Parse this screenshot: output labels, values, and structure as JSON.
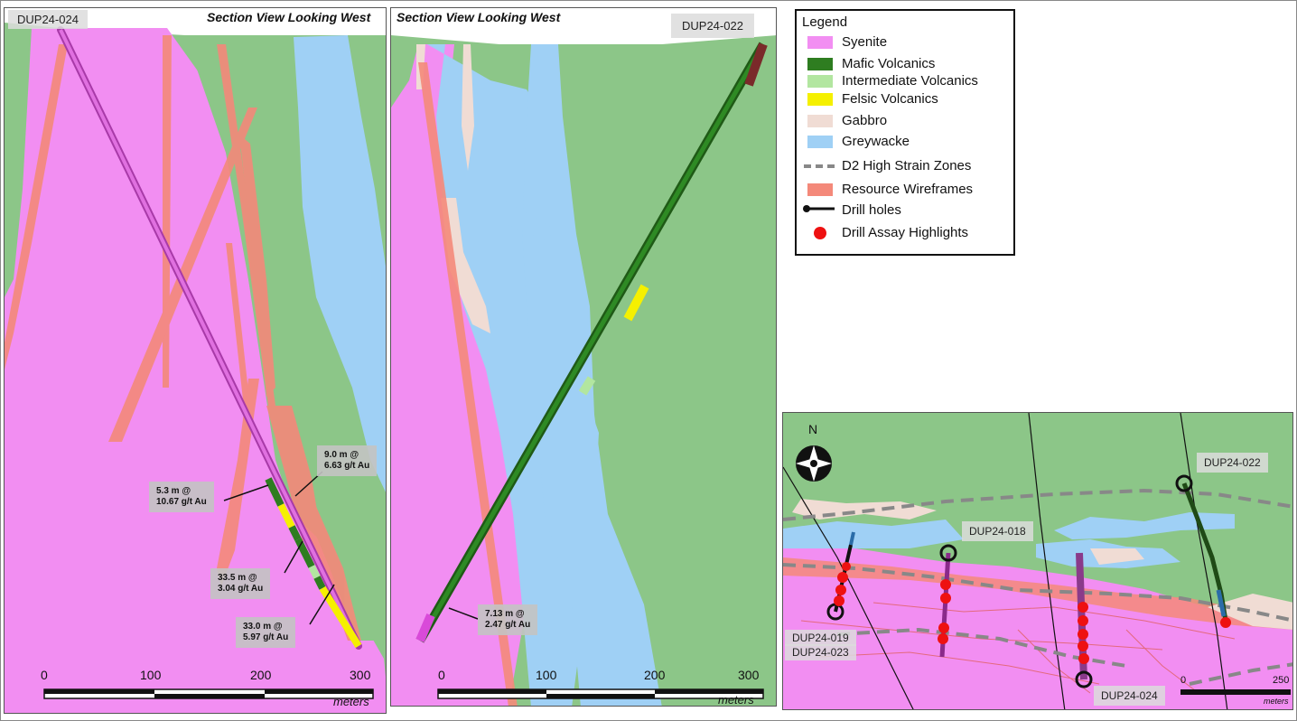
{
  "left_section": {
    "title": "Section View Looking West",
    "hole_label": "DUP24-024",
    "callouts": [
      {
        "line1": "9.0 m @",
        "line2": "6.63 g/t Au"
      },
      {
        "line1": "5.3 m @",
        "line2": "10.67 g/t Au"
      },
      {
        "line1": "33.5 m @",
        "line2": "3.04 g/t Au"
      },
      {
        "line1": "33.0 m @",
        "line2": "5.97 g/t Au"
      }
    ],
    "scale_ticks": [
      "0",
      "100",
      "200",
      "300"
    ],
    "scale_unit": "meters"
  },
  "middle_section": {
    "title": "Section View Looking West",
    "hole_label": "DUP24-022",
    "callouts": [
      {
        "line1": "7.13 m @",
        "line2": "2.47 g/t Au"
      }
    ],
    "scale_ticks": [
      "0",
      "100",
      "200",
      "300"
    ],
    "scale_unit": "meters"
  },
  "legend": {
    "title": "Legend",
    "items": [
      {
        "label": "Syenite",
        "color": "#f28ef2",
        "symbol": "box"
      },
      {
        "label": "Mafic Volcanics",
        "color": "#2e7d20",
        "symbol": "box"
      },
      {
        "label": "Intermediate Volcanics",
        "color": "#b2e6a0",
        "symbol": "box"
      },
      {
        "label": "Felsic Volcanics",
        "color": "#f5f000",
        "symbol": "box"
      },
      {
        "label": "Gabbro",
        "color": "#f0dcd4",
        "symbol": "box"
      },
      {
        "label": "Greywacke",
        "color": "#9fd0f5",
        "symbol": "box"
      },
      {
        "label": "D2 High Strain Zones",
        "color": "#888888",
        "symbol": "dash"
      },
      {
        "label": "Resource Wireframes",
        "color": "#f4897a",
        "symbol": "box"
      },
      {
        "label": "Drill holes",
        "color": "#111111",
        "symbol": "drillhole"
      },
      {
        "label": "Drill Assay Highlights",
        "color": "#ee1111",
        "symbol": "dot"
      }
    ]
  },
  "plan_map": {
    "north_label": "N",
    "hole_labels": [
      "DUP24-022",
      "DUP24-018",
      "DUP24-019",
      "DUP24-023",
      "DUP24-024"
    ],
    "scale_ticks": [
      "0",
      "250"
    ],
    "scale_unit": "meters"
  }
}
